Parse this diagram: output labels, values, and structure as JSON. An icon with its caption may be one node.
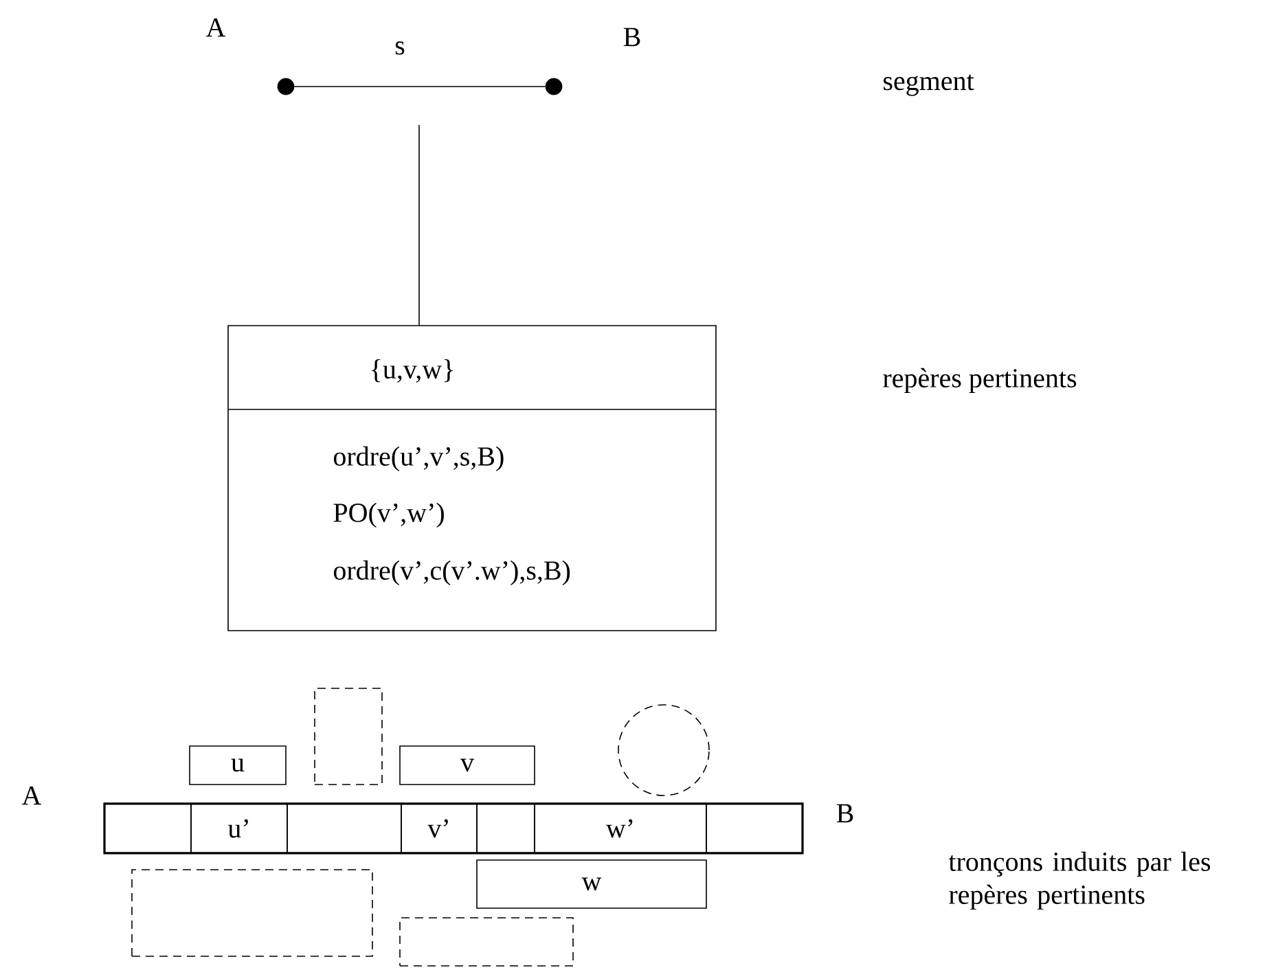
{
  "diagram": {
    "nodes": [
      {
        "text": [],
        "shape": "circle",
        "beside": [
          "A"
        ]
      },
      {
        "text": [],
        "shape": "circle",
        "beside": [
          "B"
        ]
      },
      {
        "text": [
          "{u,v,w}",
          "ordre(u’,v’,s,B)",
          "PO(v’,w’)",
          "ordre(v’,c(v’.w’),s,B)"
        ]
      },
      {
        "text": [],
        "shape": "bar"
      },
      {
        "text": [],
        "shape": "box",
        "in": 3
      },
      {
        "text": [
          "u’"
        ],
        "in": 3
      },
      {
        "text": [],
        "shape": "box",
        "in": 3
      },
      {
        "text": [
          "v’"
        ],
        "in": 3
      },
      {
        "text": [],
        "shape": "box",
        "in": 3
      },
      {
        "text": [
          "w’"
        ],
        "in": 3
      },
      {
        "text": [],
        "shape": "box",
        "in": 3
      },
      {
        "text": [
          "u"
        ]
      },
      {
        "text": [],
        "shape": "box"
      },
      {
        "text": [
          "v"
        ]
      },
      {
        "text": [],
        "shape": "circle"
      },
      {
        "text": [
          "w"
        ]
      },
      {
        "text": [],
        "shape": "box"
      },
      {
        "text": [],
        "shape": "box"
      }
    ],
    "edges": [
      {
        "from": 0,
        "to": 1,
        "arrow": "none",
        "label": "s"
      },
      {
        "from": null,
        "to": 2,
        "arrow": "none"
      }
    ],
    "labels": [
      "segment",
      "repères pertinents",
      "A",
      "B",
      "tronçons induits par les repères pertinents"
    ]
  }
}
